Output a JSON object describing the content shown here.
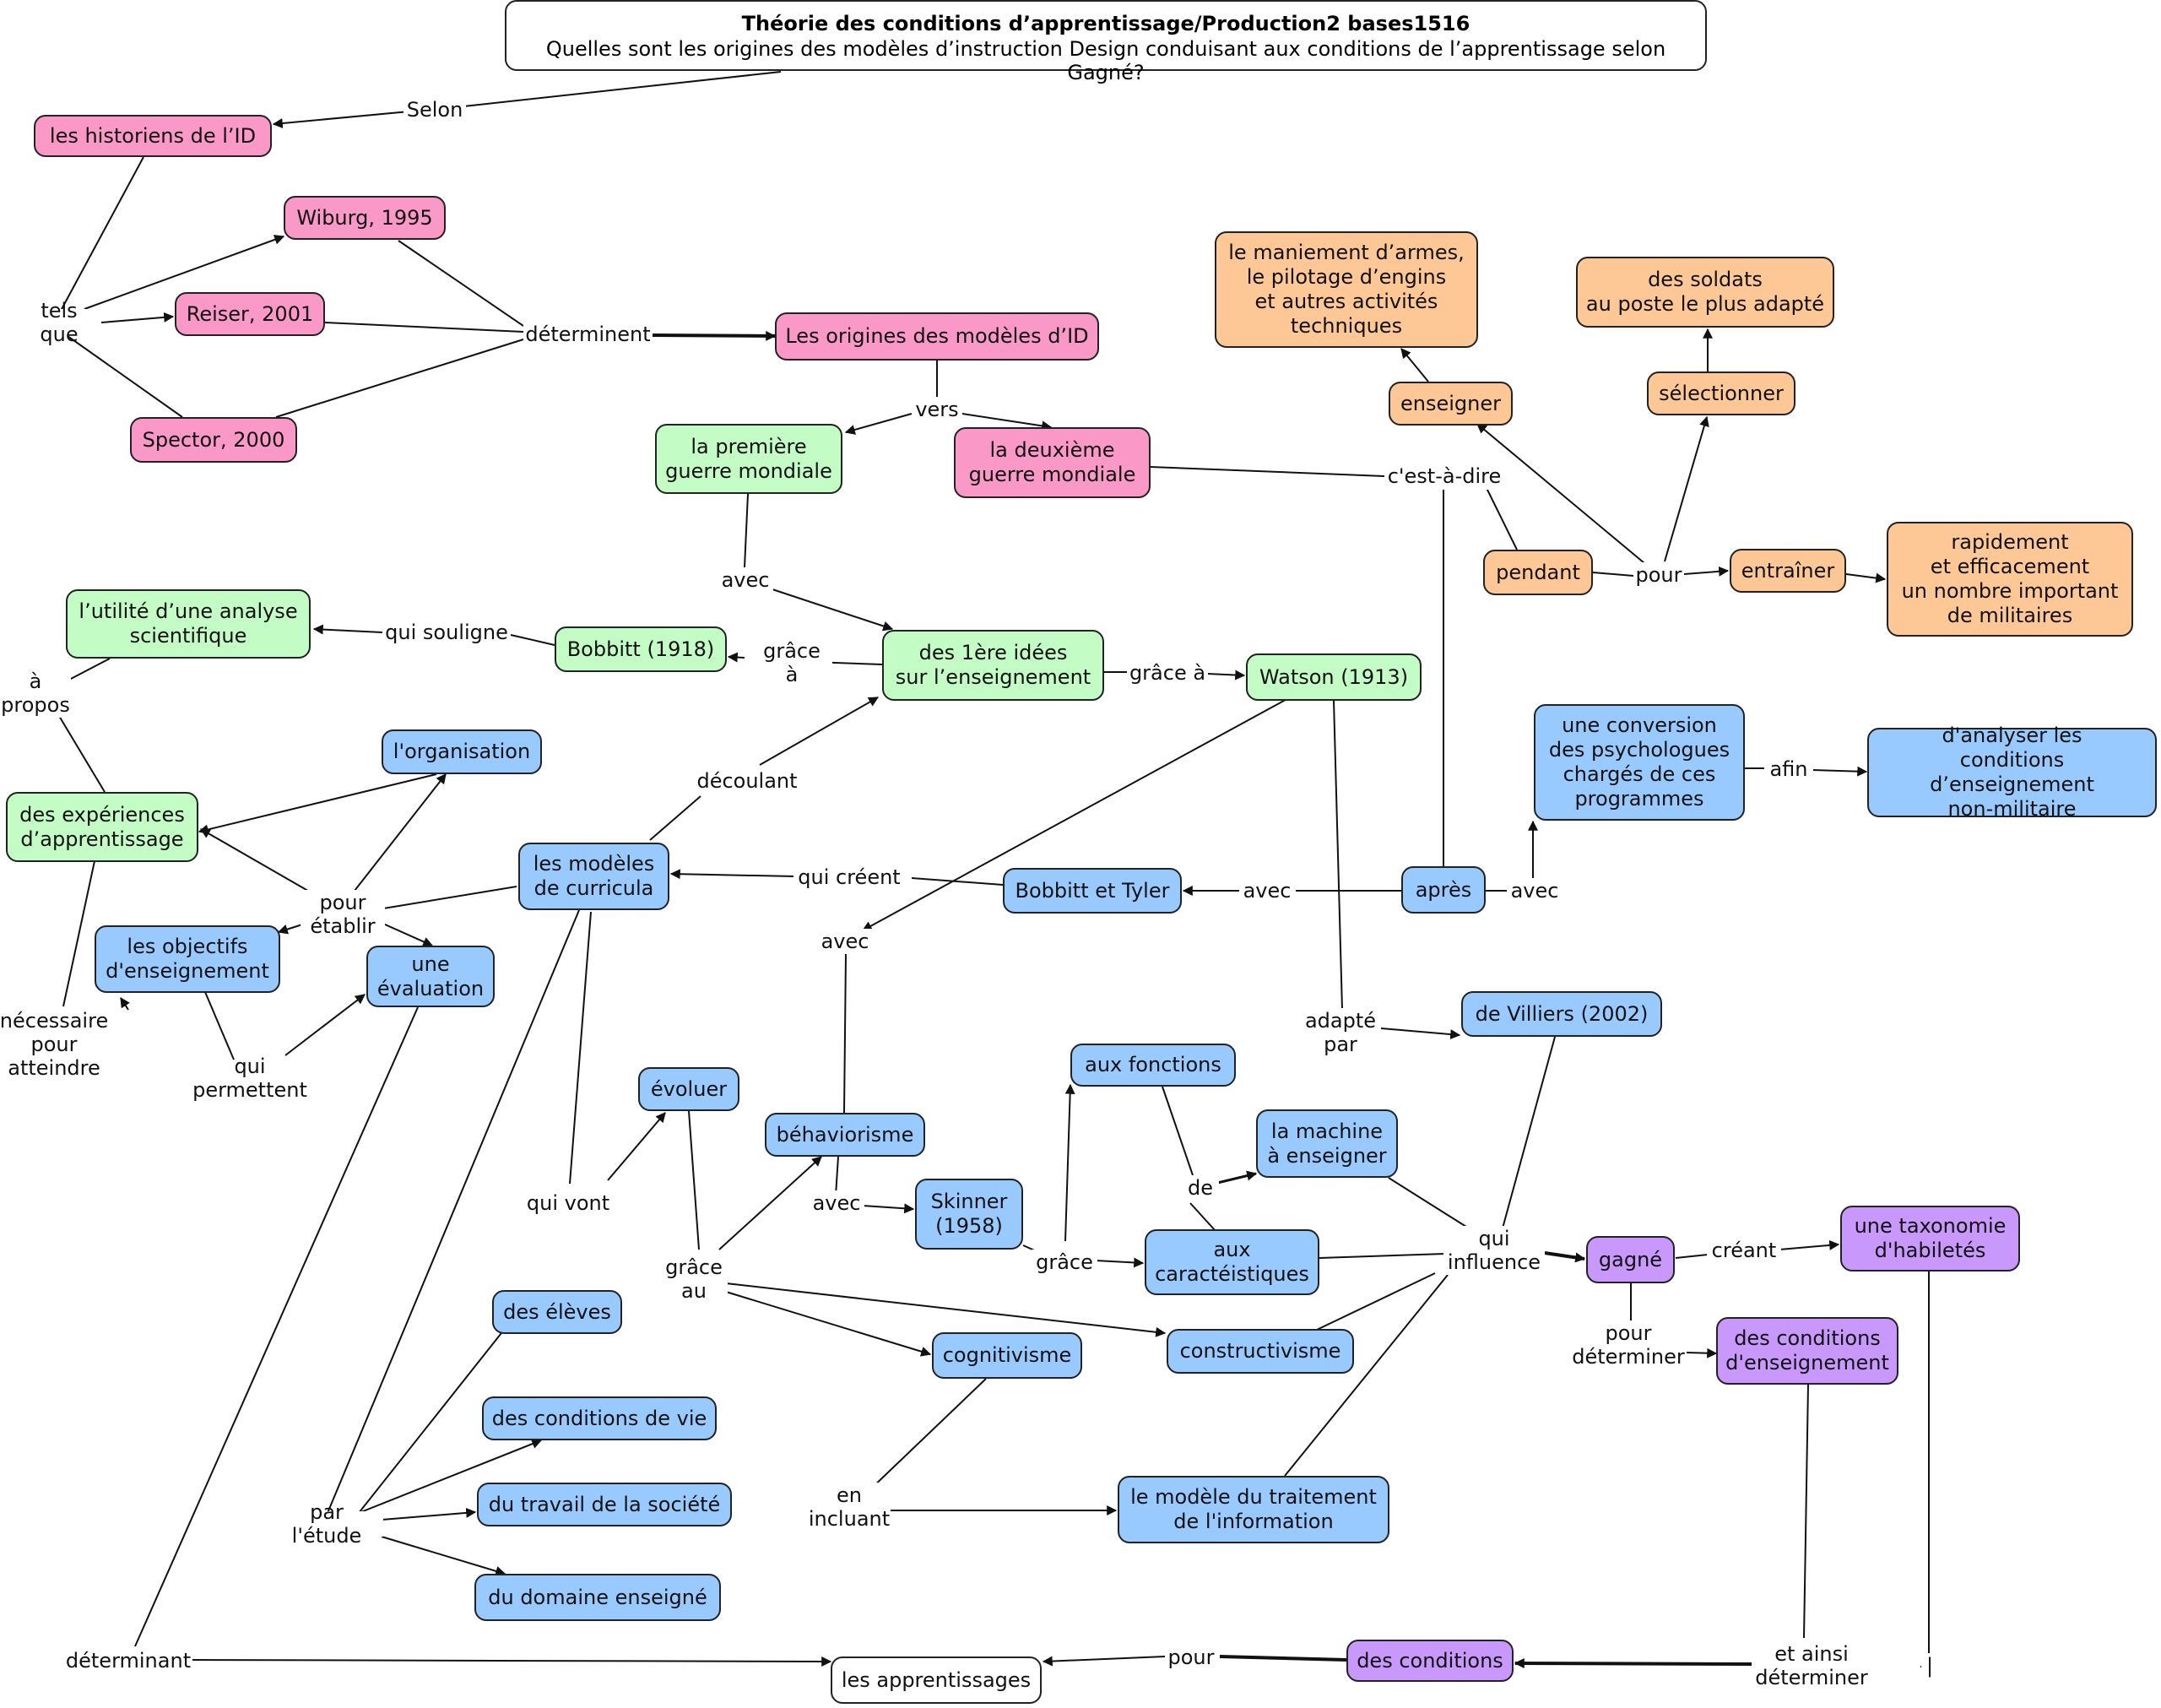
{
  "title": "Théorie des conditions d’apprentissage/Production2 bases1516",
  "subtitle": "Quelles sont les origines des modèles d’instruction Design conduisant aux conditions de l’apprentissage selon Gagné?",
  "concepts": {
    "historiens": "les historiens de l’ID",
    "wiburg": "Wiburg, 1995",
    "reiser": "Reiser, 2001",
    "spector": "Spector, 2000",
    "origines": "Les origines des modèles d’ID",
    "premiere": "la première\nguerre mondiale",
    "deuxieme": "la deuxième\nguerre mondiale",
    "maniement": "le maniement d’armes,\nle pilotage d’engins\net autres activités\ntechniques",
    "enseigner": "enseigner",
    "soldats": "des soldats\nau poste le plus adapté",
    "selectionner": "sélectionner",
    "pendant": "pendant",
    "entrainer": "entraîner",
    "rapidement": "rapidement\net efficacement\nun nombre important\nde militaires",
    "utilite": "l’utilité d’une analyse\nscientifique",
    "bobbitt1918": "Bobbitt (1918)",
    "idees": "des 1ère idées\nsur l’enseignement",
    "watson": "Watson (1913)",
    "organisation": "l'organisation",
    "experiences": "des expériences\nd’apprentissage",
    "modeles": "les modèles\nde curricula",
    "bobbitt_tyler": "Bobbitt et Tyler",
    "apres": "après",
    "conversion": "une conversion\ndes psychologues\nchargés de ces\nprogrammes",
    "analyser": "d'analyser les\nconditions d’enseignement\nnon-militaire",
    "objectifs": "les objectifs\nd'enseignement",
    "evaluation": "une\névaluation",
    "villiers": "de Villiers (2002)",
    "evoluer": "évoluer",
    "behaviorisme": "béhaviorisme",
    "fonctions": "aux fonctions",
    "machine": "la machine\nà enseigner",
    "skinner": "Skinner\n(1958)",
    "caracteristiques": "aux\ncaractéistiques",
    "gagne": "gagné",
    "taxonomie": "une taxonomie\nd'habiletés",
    "conditions_ens": "des conditions\nd'enseignement",
    "eleves": "des élèves",
    "cond_vie": "des conditions de vie",
    "travail": "du travail de la société",
    "domaine": "du domaine enseigné",
    "cognitivisme": "cognitivisme",
    "constructivisme": "constructivisme",
    "traitement": "le modèle du traitement\nde l'information",
    "apprentissages": "les apprentissages",
    "conditions": "des conditions"
  },
  "links": {
    "selon": "Selon",
    "tels_que": "tels que",
    "determinent": "déterminent",
    "vers": "vers",
    "cest_a_dire": "c'est-à-dire",
    "pour_top": "pour",
    "avec_1": "avec",
    "qui_souligne": "qui souligne",
    "grace_a_1": "grâce\nà",
    "grace_a_2": "grâce à",
    "a_propos": "à\npropos",
    "decoulant": "découlant",
    "afin": "afin",
    "qui_creent": "qui créent",
    "avec_2": "avec",
    "avec_3": "avec",
    "pour_etablir": "pour\nétablir",
    "avec_4": "avec",
    "necessaire": "nécessaire\npour\natteindre",
    "qui_permettent": "qui permettent",
    "adapte_par": "adapté\npar",
    "de": "de",
    "qui_vont": "qui vont",
    "avec_5": "avec",
    "grace": "grâce",
    "grace_au": "grâce\nau",
    "qui_influence": "qui\ninfluence",
    "creant": "créant",
    "pour_determiner": "pour\ndéterminer",
    "en_incluant": "en\nincluant",
    "par_letude": "par l'étude",
    "determinant": "déterminant",
    "pour_bottom": "pour",
    "et_ainsi": "et ainsi\ndéterminer",
    "pipe": "|"
  },
  "colors": {
    "pink": "#fa98c8",
    "green": "#c4fcc6",
    "orange": "#fdc896",
    "blue": "#98caff",
    "purple": "#c898fc"
  }
}
